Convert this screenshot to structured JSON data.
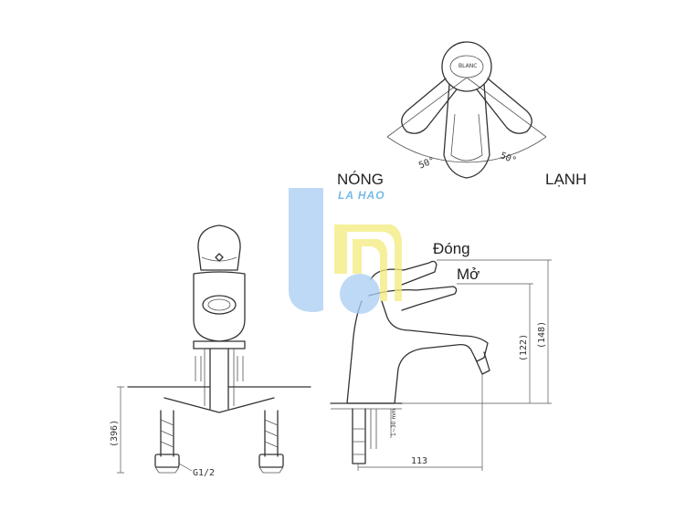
{
  "labels": {
    "hot": "NÓNG",
    "cold": "LẠNH",
    "close": "Đóng",
    "open": "Mở",
    "angle_left": "50°",
    "angle_right": "50°",
    "brand_mark": "BLANC"
  },
  "dimensions": {
    "height_body": "(396)",
    "thread": "G1/2",
    "height_open": "(122)",
    "height_total": "(148)",
    "reach": "113",
    "deck_thickness": "1~30 mm"
  },
  "watermark": {
    "text": "LA HAO",
    "colors": {
      "blue": "#a9cdf2",
      "yellow": "#f3eb7d"
    }
  }
}
